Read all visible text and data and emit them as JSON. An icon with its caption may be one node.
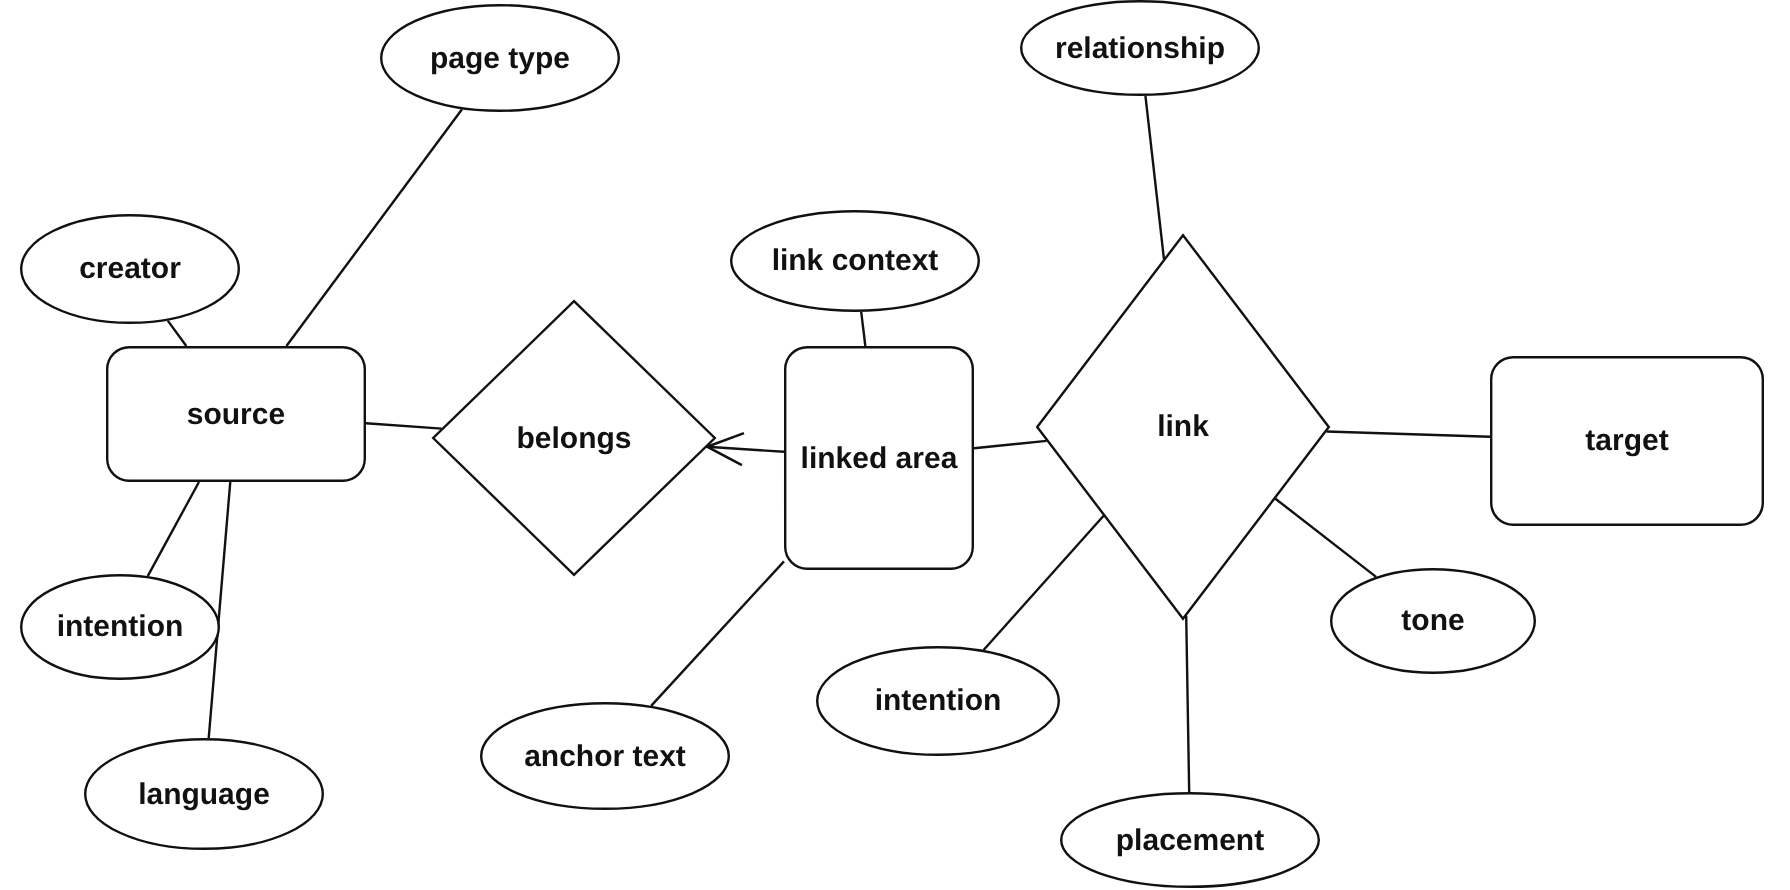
{
  "diagram": {
    "nodes": [
      {
        "text": [
          "page type"
        ]
      },
      {
        "text": [
          "relationship"
        ]
      },
      {
        "text": [
          "creator"
        ]
      },
      {
        "text": [
          "link context"
        ]
      },
      {
        "text": [
          "source"
        ]
      },
      {
        "text": [
          "belongs"
        ]
      },
      {
        "text": [
          "linked area"
        ]
      },
      {
        "text": [
          "link"
        ]
      },
      {
        "text": [
          "target"
        ]
      },
      {
        "text": [
          "intention"
        ]
      },
      {
        "text": [
          "tone"
        ]
      },
      {
        "text": [
          "intention"
        ]
      },
      {
        "text": [
          "anchor text"
        ]
      },
      {
        "text": [
          "language"
        ]
      },
      {
        "text": [
          "placement"
        ]
      }
    ],
    "edges": [
      {
        "from": 4,
        "to": 0,
        "arrow": "none"
      },
      {
        "from": 4,
        "to": 2,
        "arrow": "none"
      },
      {
        "from": 4,
        "to": 9,
        "arrow": "none"
      },
      {
        "from": 4,
        "to": 13,
        "arrow": "none"
      },
      {
        "from": 4,
        "to": 5,
        "arrow": "none"
      },
      {
        "from": 6,
        "to": 5,
        "arrow": "to"
      },
      {
        "from": 6,
        "to": 3,
        "arrow": "none"
      },
      {
        "from": 6,
        "to": 12,
        "arrow": "none"
      },
      {
        "from": 6,
        "to": 7,
        "arrow": "none"
      },
      {
        "from": 7,
        "to": 1,
        "arrow": "none"
      },
      {
        "from": 7,
        "to": 8,
        "arrow": "none"
      },
      {
        "from": 7,
        "to": 10,
        "arrow": "none"
      },
      {
        "from": 7,
        "to": 11,
        "arrow": "none"
      },
      {
        "from": 7,
        "to": 14,
        "arrow": "none"
      }
    ]
  }
}
